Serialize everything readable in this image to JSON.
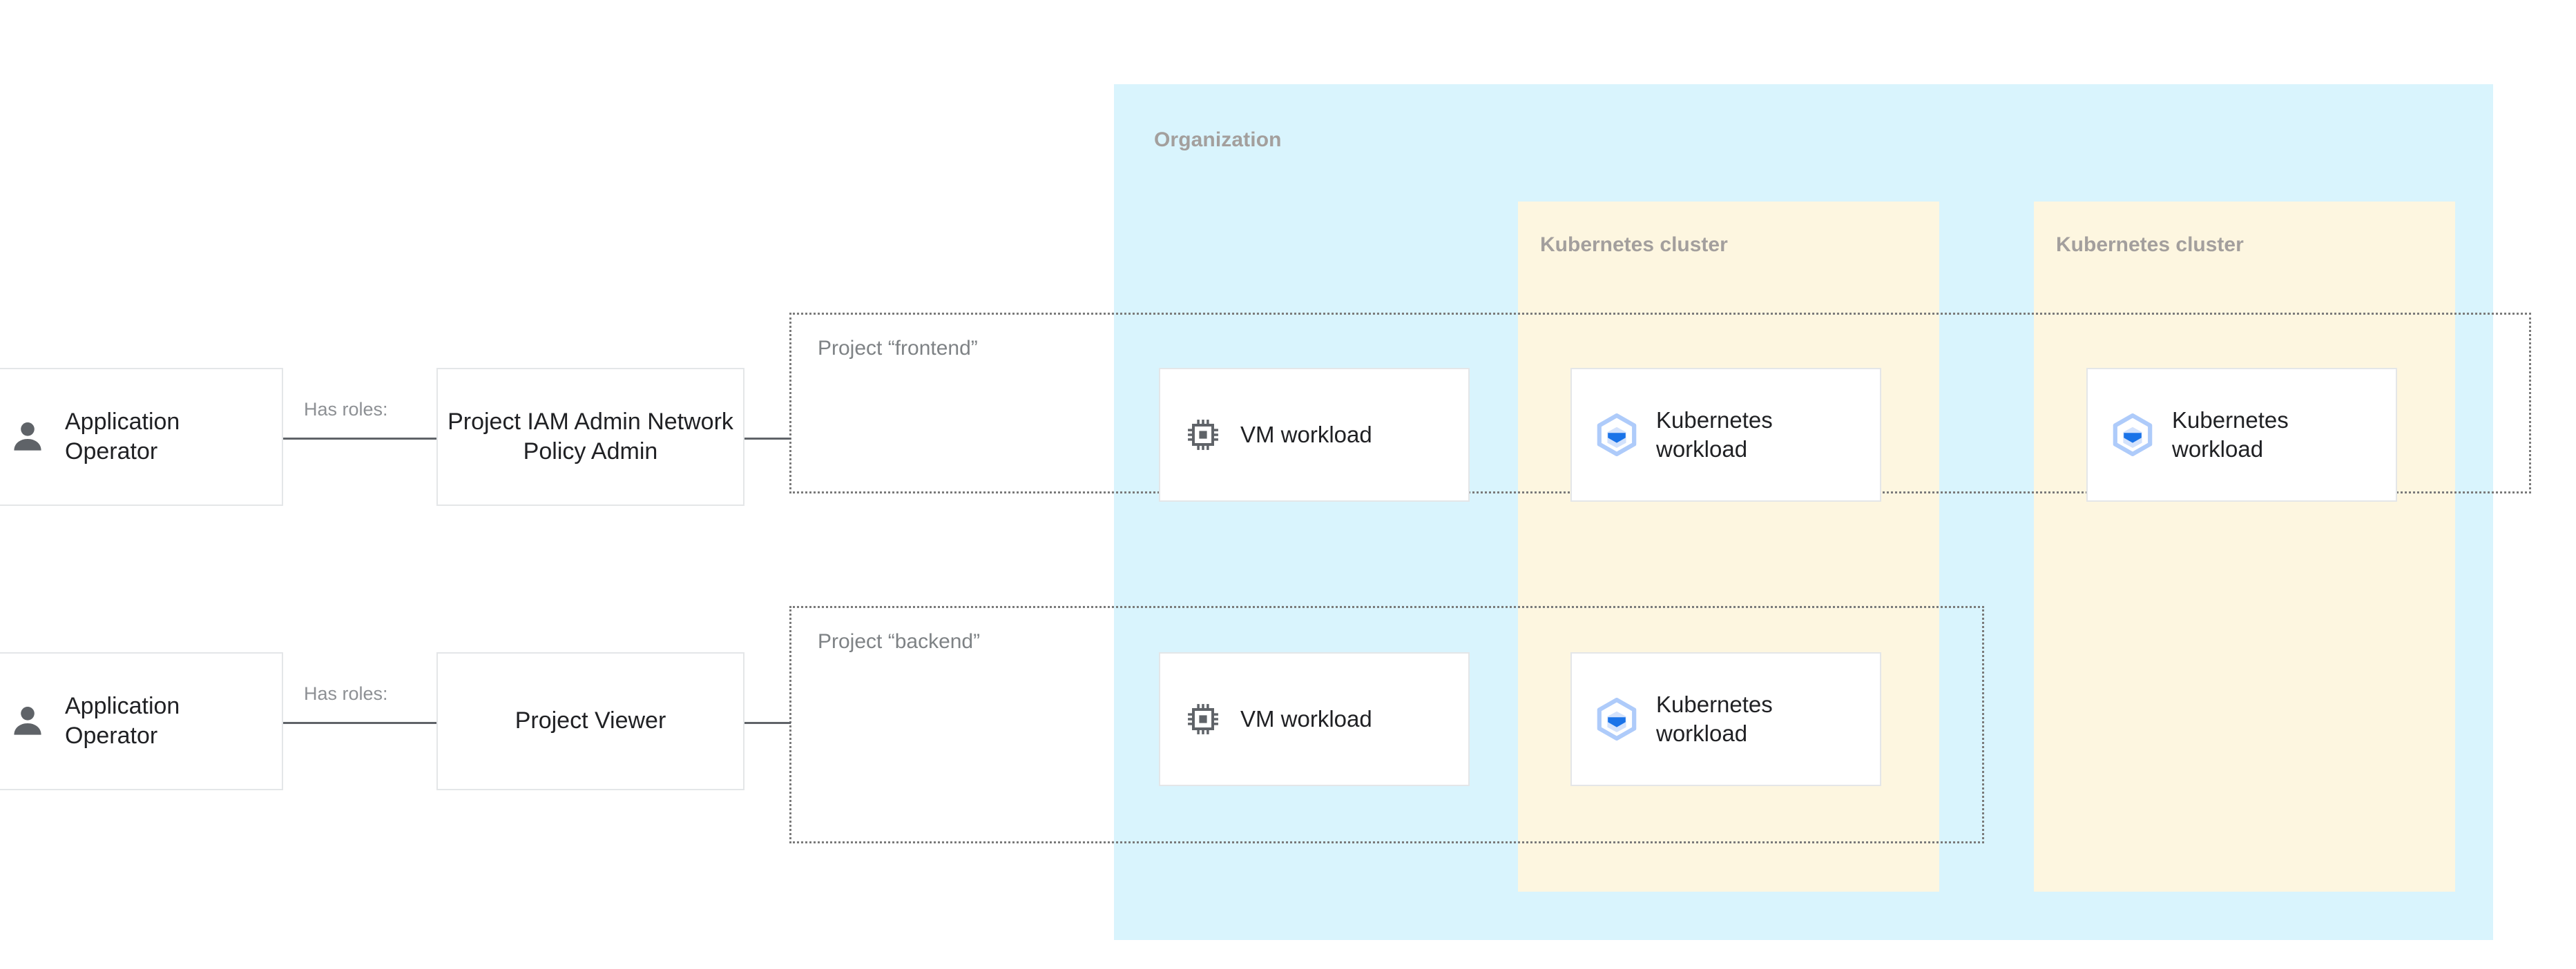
{
  "organization": {
    "label": "Organization",
    "bg_color": "#d9f4fd"
  },
  "clusters": [
    {
      "label": "Kubernetes cluster",
      "bg_color": "#fdf6e0"
    },
    {
      "label": "Kubernetes cluster",
      "bg_color": "#fdf6e0"
    }
  ],
  "projects": [
    {
      "label": "Project “frontend”"
    },
    {
      "label": "Project “backend”"
    }
  ],
  "principals": [
    {
      "label": "Application Operator",
      "icon": "person-icon",
      "relation": "Has roles:",
      "role": "Project IAM Admin Network Policy Admin"
    },
    {
      "label": "Application Operator",
      "icon": "person-icon",
      "relation": "Has roles:",
      "role": "Project Viewer"
    }
  ],
  "workloads": [
    {
      "label": "VM workload",
      "icon": "cpu-chip-icon"
    },
    {
      "label": "VM workload",
      "icon": "cpu-chip-icon"
    },
    {
      "label": "Kubernetes workload",
      "icon": "kubernetes-cube-icon"
    },
    {
      "label": "Kubernetes workload",
      "icon": "kubernetes-cube-icon"
    },
    {
      "label": "Kubernetes workload",
      "icon": "kubernetes-cube-icon"
    }
  ],
  "colors": {
    "org_background": "#d9f4fd",
    "cluster_background": "#fdf6e0",
    "card_border": "#e4e6e8",
    "connector": "#5f6368",
    "muted_text": "#8d9094",
    "container_label": "#a39f9d",
    "body_text": "#202124",
    "gke_icon_light": "#aecbfa",
    "gke_icon_dark": "#1a73e8",
    "person_icon": "#5f6368"
  }
}
